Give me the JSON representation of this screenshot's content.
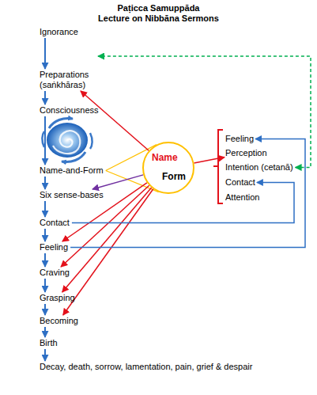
{
  "diagram": {
    "title": "Paṭicca Samuppāda",
    "nodes": [
      {
        "text": [
          "Ignorance"
        ]
      },
      {
        "text": [
          "Preparations (saṅkhāras)"
        ]
      },
      {
        "text": [
          "Consciousness"
        ]
      },
      {
        "text": [
          "Name-and-Form"
        ]
      },
      {
        "text": [
          "Six sense-bases"
        ]
      },
      {
        "text": [
          "Contact"
        ]
      },
      {
        "text": [
          "Feeling"
        ]
      },
      {
        "text": [
          "Craving"
        ]
      },
      {
        "text": [
          "Grasping"
        ]
      },
      {
        "text": [
          "Becoming"
        ]
      },
      {
        "text": [
          "Birth"
        ]
      },
      {
        "text": [
          "Decay, death, sorrow, lamentation, pain, grief & despair"
        ]
      },
      {
        "text": [
          "Name",
          "Form"
        ]
      },
      {
        "text": [
          "Feeling"
        ]
      },
      {
        "text": [
          "Perception"
        ]
      },
      {
        "text": [
          "Intention (cetanā)"
        ]
      },
      {
        "text": [
          "Contact"
        ]
      },
      {
        "text": [
          "Attention"
        ]
      }
    ],
    "edges": [
      {
        "from": 0,
        "to": 1,
        "arrow": "to"
      },
      {
        "from": 1,
        "to": 2,
        "arrow": "to"
      },
      {
        "from": 2,
        "to": 3,
        "arrow": "to"
      },
      {
        "from": 3,
        "to": 4,
        "arrow": "to"
      },
      {
        "from": 4,
        "to": 5,
        "arrow": "to"
      },
      {
        "from": 5,
        "to": 6,
        "arrow": "to"
      },
      {
        "from": 6,
        "to": 7,
        "arrow": "to"
      },
      {
        "from": 7,
        "to": 8,
        "arrow": "to"
      },
      {
        "from": 8,
        "to": 9,
        "arrow": "to"
      },
      {
        "from": 9,
        "to": 10,
        "arrow": "to"
      },
      {
        "from": 10,
        "to": 11,
        "arrow": "to"
      },
      {
        "from": 3,
        "to": 12,
        "arrow": "none"
      },
      {
        "from": 12,
        "to": 1,
        "arrow": "to"
      },
      {
        "from": 12,
        "to": 14,
        "arrow": "to"
      },
      {
        "from": 12,
        "to": 4,
        "arrow": "to"
      },
      {
        "from": 12,
        "to": 6,
        "arrow": "to"
      },
      {
        "from": 12,
        "to": 7,
        "arrow": "to"
      },
      {
        "from": 12,
        "to": 8,
        "arrow": "to"
      },
      {
        "from": 12,
        "to": 9,
        "arrow": "to"
      },
      {
        "from": 5,
        "to": 16,
        "arrow": "to"
      },
      {
        "from": 6,
        "to": 13,
        "arrow": "to"
      },
      {
        "from": 15,
        "to": 1,
        "arrow": "both"
      }
    ],
    "labels": [
      "Lecture on Nibbāna Sermons"
    ]
  }
}
